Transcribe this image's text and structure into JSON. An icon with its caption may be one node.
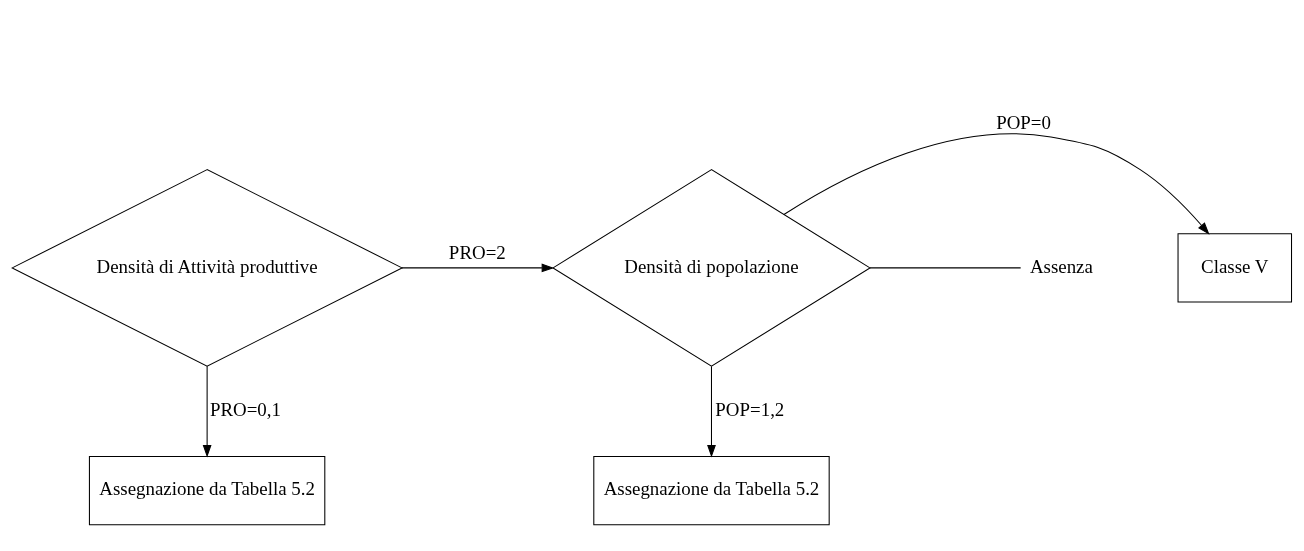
{
  "diagram": {
    "nodes": [
      {
        "text": [
          "Densità di Attività produttive"
        ]
      },
      {
        "text": [
          "Densità di popolazione"
        ]
      },
      {
        "text": [
          "Classe V"
        ]
      },
      {
        "text": [
          "Assenza"
        ]
      },
      {
        "text": [
          "Assegnazione da Tabella 5.2"
        ]
      },
      {
        "text": [
          "Assegnazione da Tabella 5.2"
        ]
      }
    ],
    "edges": [
      {
        "from": 0,
        "to": 1,
        "arrow": "to",
        "label": "PRO=2"
      },
      {
        "from": 1,
        "to": 3,
        "arrow": "none"
      },
      {
        "from": 1,
        "to": 2,
        "arrow": "to",
        "label": "POP=0"
      },
      {
        "from": 0,
        "to": 4,
        "arrow": "to",
        "label": "PRO=0,1"
      },
      {
        "from": 1,
        "to": 5,
        "arrow": "to",
        "label": "POP=1,2"
      }
    ]
  }
}
